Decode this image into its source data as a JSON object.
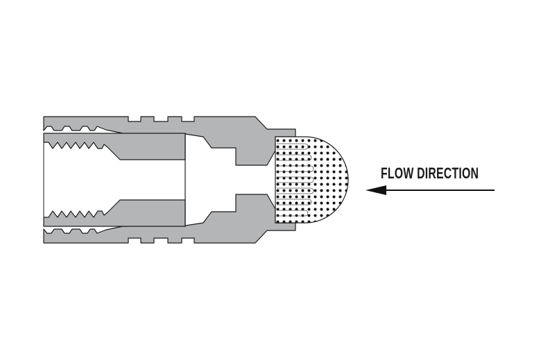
{
  "diagram": {
    "flow_label": "FLOW DIRECTION",
    "flow_arrow_direction": "left",
    "colors": {
      "body_fill": "#b3b5b7",
      "outline": "#1a1a1a",
      "filter_dots": "#111111",
      "background": "#ffffff"
    },
    "parts": [
      "coupling-body",
      "threaded-nipple",
      "mesh-filter-screen",
      "flow-arrow"
    ]
  }
}
